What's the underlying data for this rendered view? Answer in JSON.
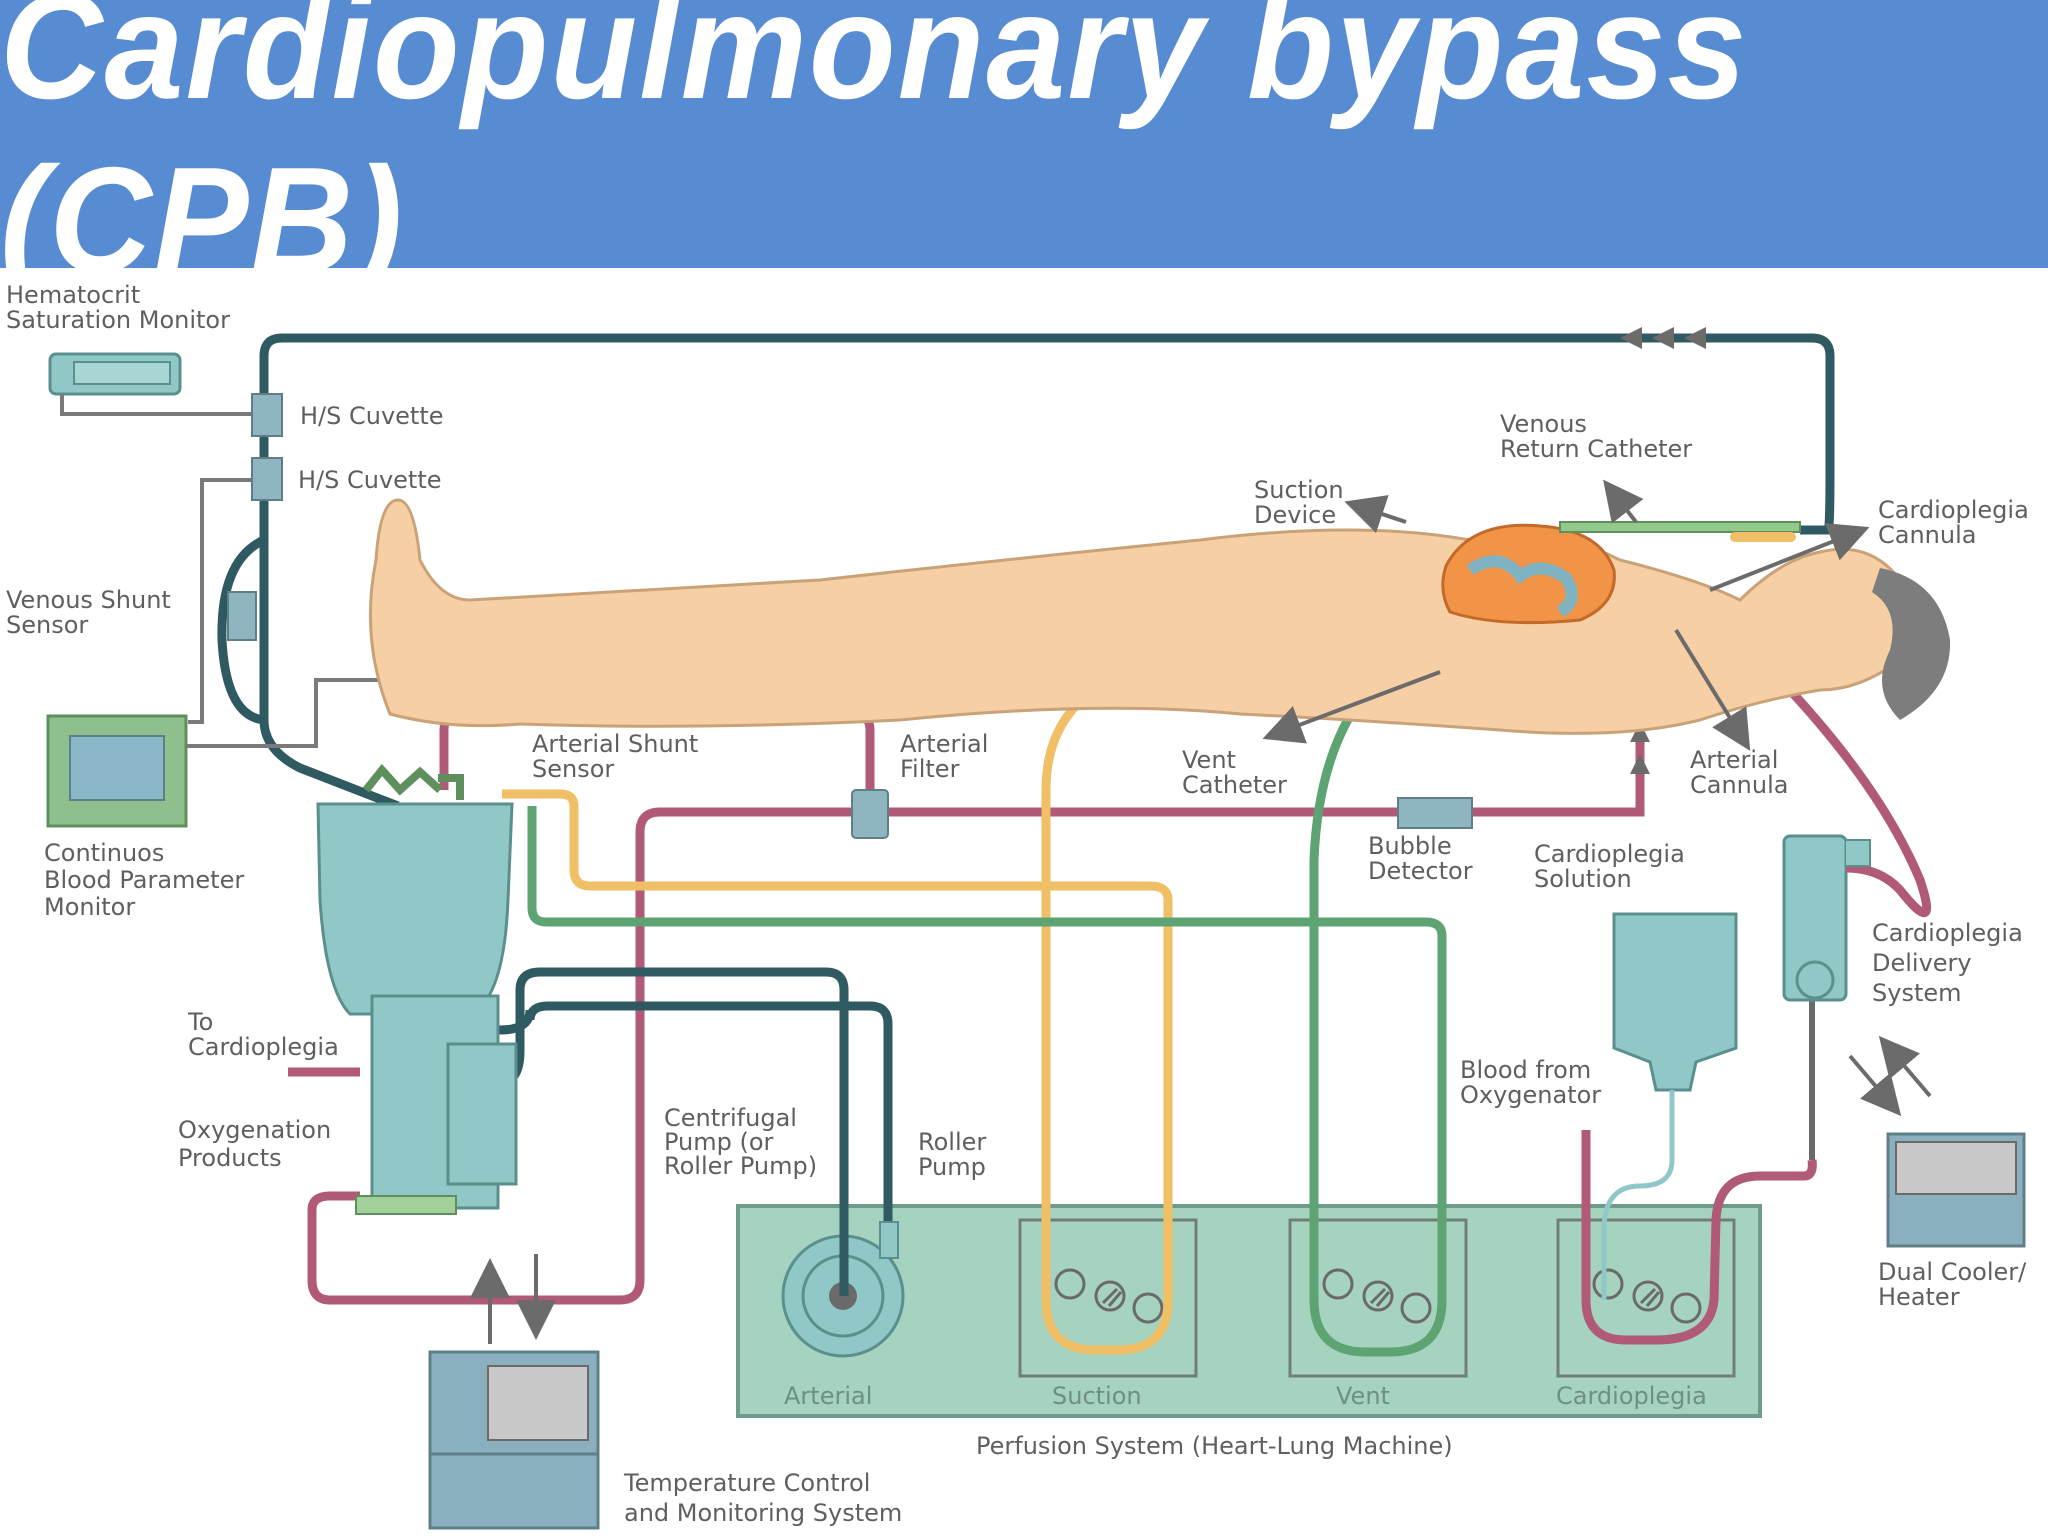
{
  "title": "Cardiopulmonary bypass (CPB)",
  "labels": {
    "hematocrit_monitor": "Hematocrit\nSaturation Monitor",
    "hs_cuvette_1": "H/S Cuvette",
    "hs_cuvette_2": "H/S Cuvette",
    "venous_shunt_sensor": "Venous Shunt\nSensor",
    "continuous_blood_monitor": "Continuos\nBlood Parameter\nMonitor",
    "arterial_shunt_sensor": "Arterial Shunt\nSensor",
    "arterial_filter": "Arterial\nFilter",
    "suction_device": "Suction\nDevice",
    "venous_return_catheter": "Venous\nReturn Catheter",
    "cardioplegia_cannula": "Cardioplegia\nCannula",
    "vent_catheter": "Vent\nCatheter",
    "arterial_cannula": "Arterial\nCannula",
    "bubble_detector": "Bubble\nDetector",
    "cardioplegia_solution": "Cardioplegia\nSolution",
    "cardioplegia_delivery": "Cardioplegia\nDelivery\nSystem",
    "to_cardioplegia": "To\nCardioplegia",
    "oxygenation_products": "Oxygenation\nProducts",
    "centrifugal_pump": "Centrifugal\nPump (or\nRoller Pump)",
    "roller_pump": "Roller\nPump",
    "blood_from_oxygenator": "Blood from\nOxygenator",
    "dual_cooler_heater": "Dual Cooler/\nHeater",
    "perfusion_system": "Perfusion System (Heart-Lung Machine)",
    "temperature_control": "Temperature Control\nand Monitoring System"
  },
  "machine": {
    "arterial": "Arterial",
    "suction": "Suction",
    "vent": "Vent",
    "cardioplegia": "Cardioplegia"
  },
  "colors": {
    "banner": "#578bd2",
    "venous_line": "#2f5a62",
    "arterial_line": "#b05a78",
    "suction_line": "#f0bf66",
    "vent_line": "#5ea473",
    "patient_skin": "#f6d0a4",
    "equipment": "#8fc8c6",
    "machine_body": "#a5d3bf"
  }
}
